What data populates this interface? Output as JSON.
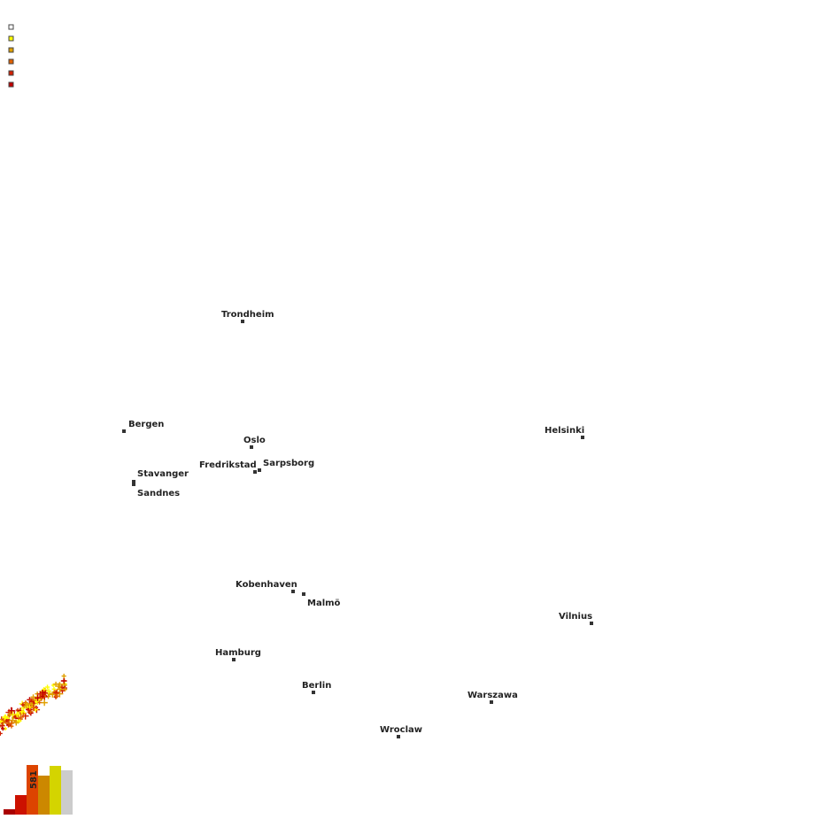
{
  "legend": {
    "colors": [
      "#ffffff",
      "#ffff00",
      "#e0a000",
      "#e06000",
      "#d02000",
      "#c00000"
    ]
  },
  "cities": [
    {
      "name": "Trondheim"
    },
    {
      "name": "Bergen"
    },
    {
      "name": "Oslo"
    },
    {
      "name": "Fredrikstad"
    },
    {
      "name": "Sarpsborg"
    },
    {
      "name": "Stavanger"
    },
    {
      "name": "Sandnes"
    },
    {
      "name": "Helsinki"
    },
    {
      "name": "Kobenhaven"
    },
    {
      "name": "Malmö"
    },
    {
      "name": "Vilnius"
    },
    {
      "name": "Hamburg"
    },
    {
      "name": "Berlin"
    },
    {
      "name": "Warszawa"
    },
    {
      "name": "Wroclaw"
    }
  ],
  "histogram": {
    "count_label": "581",
    "bars": [
      {
        "color": "#aa0000",
        "value": 6
      },
      {
        "color": "#cc1100",
        "value": 22
      },
      {
        "color": "#dd4400",
        "value": 56
      },
      {
        "color": "#cc8800",
        "value": 44
      },
      {
        "color": "#d4d400",
        "value": 55
      },
      {
        "color": "#cccccc",
        "value": 50
      }
    ]
  }
}
